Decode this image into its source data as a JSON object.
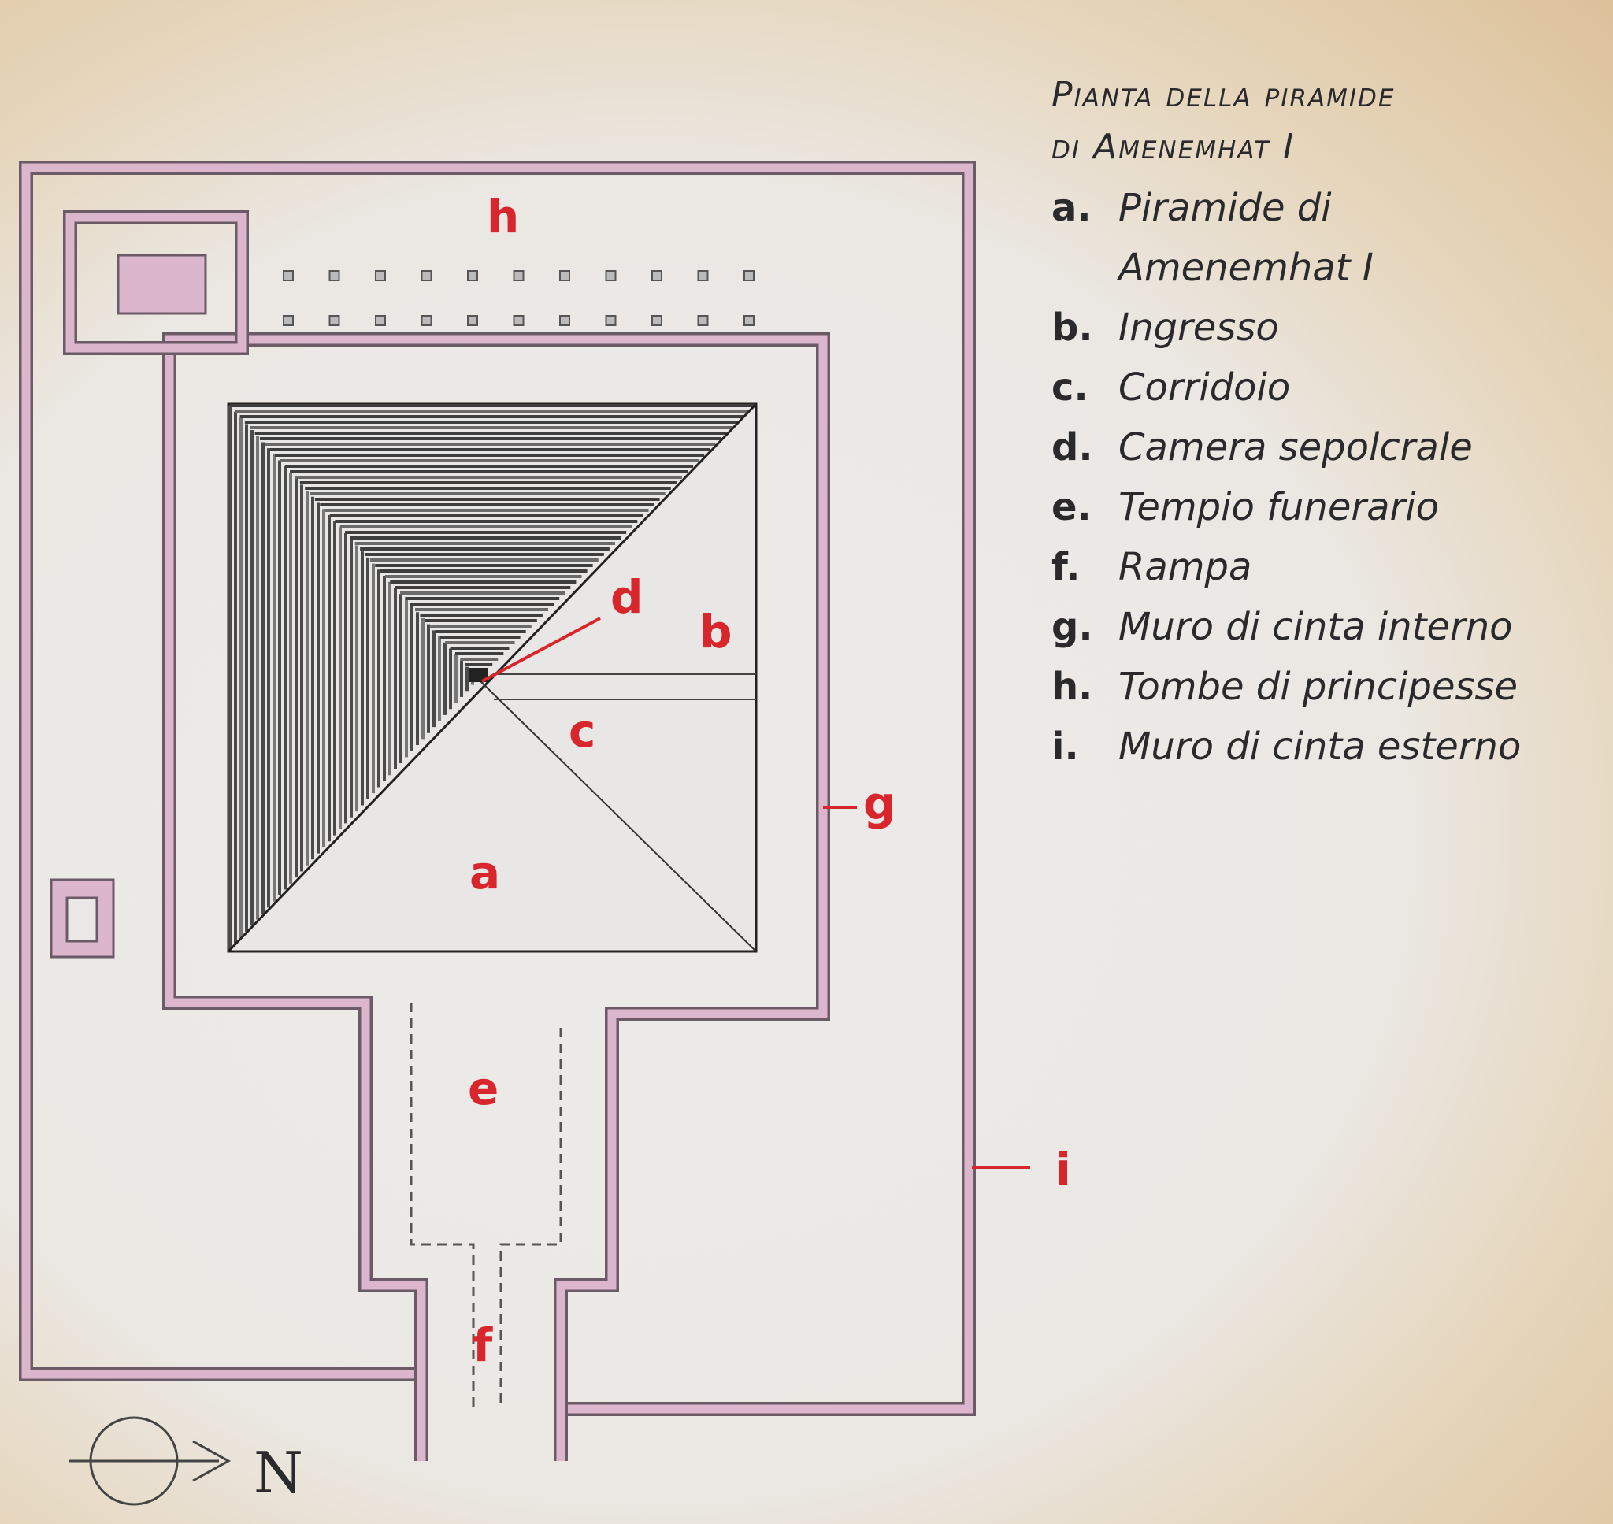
{
  "title_line1": "Pianta della piramide",
  "title_line2": "di Amenemhat I",
  "legend": [
    {
      "key": "a.",
      "text": "Piramide di Amenemhat I"
    },
    {
      "key": "b.",
      "text": "Ingresso"
    },
    {
      "key": "c.",
      "text": "Corridoio"
    },
    {
      "key": "d.",
      "text": "Camera sepolcrale"
    },
    {
      "key": "e.",
      "text": "Tempio funerario"
    },
    {
      "key": "f.",
      "text": "Rampa"
    },
    {
      "key": "g.",
      "text": "Muro di cinta interno"
    },
    {
      "key": "h.",
      "text": "Tombe di principesse"
    },
    {
      "key": "i.",
      "text": "Muro di cinta esterno"
    }
  ],
  "labels": {
    "a": "a",
    "b": "b",
    "c": "c",
    "d": "d",
    "e": "e",
    "f": "f",
    "g": "g",
    "h": "h",
    "i": "i"
  },
  "compass": "N",
  "colors": {
    "wall": "#dbb6cd",
    "wall_outline": "#6b5b67",
    "label": "#d8262c",
    "ink": "#2a2a2c"
  }
}
